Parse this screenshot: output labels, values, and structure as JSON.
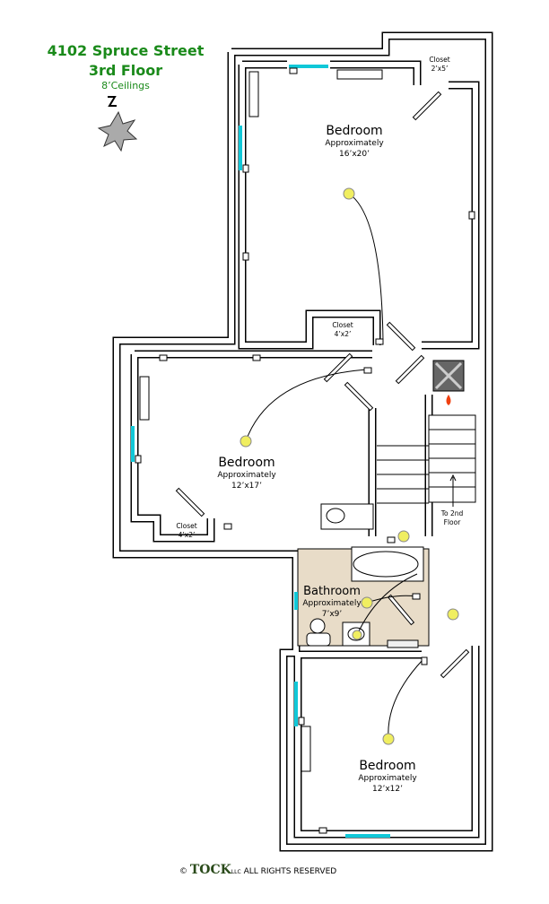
{
  "header": {
    "address": "4102 Spruce Street",
    "floor": "3rd Floor",
    "ceilings": "8’Ceilings"
  },
  "rooms": [
    {
      "name": "Bedroom",
      "approx": "Approximately",
      "size": "16’x20’"
    },
    {
      "name": "Bedroom",
      "approx": "Approximately",
      "size": "12’x17’"
    },
    {
      "name": "Bathroom",
      "approx": "Approximately",
      "size": "7’x9’"
    },
    {
      "name": "Bedroom",
      "approx": "Approximately",
      "size": "12’x12’"
    }
  ],
  "closets": [
    {
      "name": "Closet",
      "size": "2’x5’"
    },
    {
      "name": "Closet",
      "size": "4’x2’"
    },
    {
      "name": "Closet",
      "size": "4’x2’"
    }
  ],
  "stairs": {
    "label": "To 2nd Floor"
  },
  "footer": {
    "copyright": "©",
    "brand": "TOCK",
    "llc": "LLC",
    "rights": "ALL RIGHTS RESERVED"
  },
  "colors": {
    "title": "#1a8a1a",
    "window": "#10c8d8",
    "bath_fill": "#e8dcc8",
    "light": "#f0ee60"
  }
}
